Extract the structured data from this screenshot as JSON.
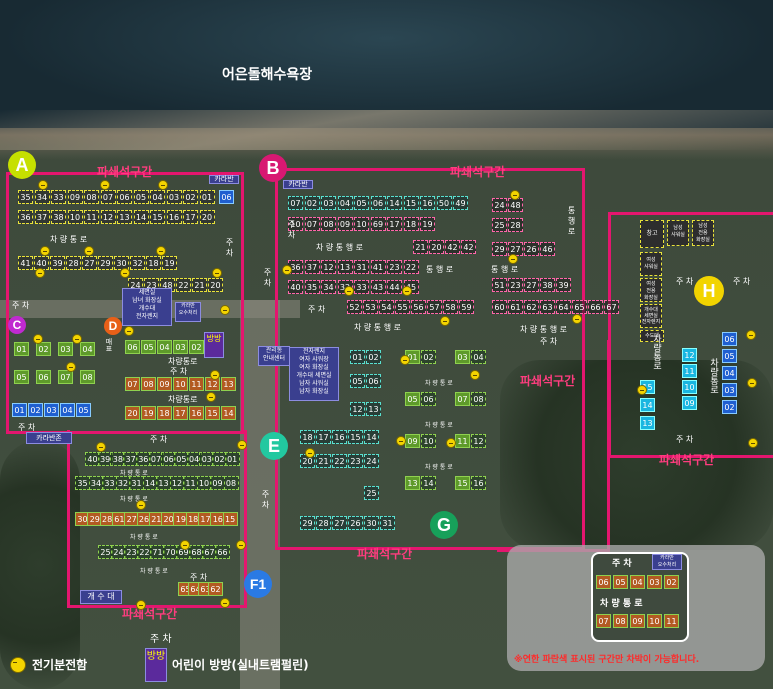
{
  "title": "어은돌해수욕장",
  "section_label": "파쇄석구간",
  "zones": {
    "A": "A",
    "B": "B",
    "C": "C",
    "D": "D",
    "E": "E",
    "F": "F1",
    "G": "G",
    "H": "H"
  },
  "road_labels": {
    "a_road": "차 량 통 로",
    "b_road1": "차 량 통 행 로",
    "b_road2": "차 량 통 로",
    "b_road3": "차 량 통 행 로",
    "b_road4": "통 행 로",
    "b_road5": "통 행 로",
    "h_road": "차량통로",
    "f_road1": "차 량 통 로",
    "f_road2": "차 량 통 로",
    "f_road3": "차 량 통 로",
    "f_road4": "차 량 통 로",
    "g_road1": "차 량 통 로",
    "g_road2": "차 량 통 로",
    "g_road3": "차 량 통 로",
    "d_road1": "차량통로",
    "d_road2": "차량통로",
    "c_road": "차량통로",
    "e_road": "차 량 통 로",
    "sidewalk": "매표",
    "inset_road": "차 량 통 로"
  },
  "parking": "주 차",
  "parking_short": "주 차",
  "karaban": "카라반",
  "karaban_zone": "카라반존",
  "buildings": {
    "a_bldg": "세면실\n남녀 화장실\n개수대\n전자렌지",
    "a_bldg2": "카라반\n오수처리",
    "b_info": "관리동\n안내센터",
    "b_bldg": "전자렌지\n여자 샤워장\n여자 화장실\n개수대 세면실\n남자 샤워실\n남자 화장실",
    "bangbang": "방방",
    "washing": "개 수 대",
    "h_store": "창고",
    "h_shower_m": "남성\n샤워실",
    "h_toilet_m": "남성\n전용\n화장실",
    "h_shower_f": "여성\n샤워실",
    "h_toilet_f": "여성\n전용\n화장실",
    "h_sink": "개수대\n세면실\n전자렌지",
    "h_tap": "수도대",
    "inset_karaban": "카라반\n오수처리"
  },
  "legend": {
    "electric": "전기분전함",
    "bangbang_icon": "방방",
    "bangbang_desc": "어린이 방방(실내트램펄린)"
  },
  "inset_note": "※연한 파란색 표시된 구간만 차박이 가능합니다.",
  "sites": {
    "a_row1": [
      "35",
      "34",
      "33",
      "09",
      "08",
      "07",
      "06",
      "05",
      "04",
      "03",
      "02",
      "01"
    ],
    "a_row2": [
      "36",
      "37",
      "38",
      "10",
      "11",
      "12",
      "13",
      "14",
      "15",
      "16",
      "17",
      "20"
    ],
    "a_row3": [
      "41",
      "40",
      "39",
      "28",
      "27",
      "29",
      "30",
      "32",
      "18",
      "19"
    ],
    "a_row4": [
      "24",
      "23",
      "48",
      "22",
      "21",
      "20"
    ],
    "a_right": "06",
    "b_row1": [
      "07",
      "02",
      "03",
      "04",
      "05",
      "06",
      "14",
      "15",
      "16",
      "50",
      "49"
    ],
    "b_row2": [
      "10",
      "07",
      "08",
      "09",
      "10",
      "69",
      "17",
      "18",
      "19"
    ],
    "b_row3": [
      "21",
      "20",
      "42",
      "42"
    ],
    "b_row4": [
      "36",
      "37",
      "12",
      "13",
      "31",
      "41",
      "23",
      "22"
    ],
    "b_row5": [
      "40",
      "35",
      "34",
      "32",
      "33",
      "43",
      "44",
      "45"
    ],
    "b_row6": [
      "52",
      "53",
      "54",
      "55",
      "56",
      "57",
      "58",
      "59"
    ],
    "b_right1": [
      "24",
      "48",
      "25",
      "28",
      "29",
      "27",
      "26",
      "46"
    ],
    "b_right2": [
      "51",
      "23",
      "27",
      "38",
      "39",
      "60",
      "61",
      "62",
      "63",
      "64",
      "65",
      "66",
      "67"
    ],
    "c_sites": [
      "01",
      "02",
      "03",
      "04",
      "05",
      "06",
      "07",
      "08"
    ],
    "c_blue": [
      "01",
      "02",
      "03",
      "04",
      "05"
    ],
    "d_row1": [
      "06",
      "05",
      "04",
      "03",
      "02"
    ],
    "d_row2": [
      "07",
      "08",
      "09",
      "10",
      "11",
      "12",
      "13"
    ],
    "d_row3": [
      "20",
      "19",
      "18",
      "17",
      "16",
      "15",
      "14"
    ],
    "e_col": [
      "01",
      "02",
      "05",
      "06",
      "12",
      "13",
      "18",
      "17",
      "16",
      "15",
      "14",
      "20",
      "21",
      "22",
      "23",
      "24",
      "25",
      "29",
      "28",
      "27",
      "26",
      "30",
      "31"
    ],
    "g_sites": [
      "01",
      "02",
      "03",
      "04",
      "05",
      "06",
      "07",
      "08",
      "09",
      "10",
      "11",
      "12",
      "13",
      "14",
      "15",
      "16"
    ],
    "f_row1": [
      "40",
      "39",
      "38",
      "37",
      "36",
      "07",
      "06",
      "05",
      "04",
      "03",
      "02",
      "01"
    ],
    "f_row2": [
      "35",
      "34",
      "33",
      "32",
      "31",
      "14",
      "13",
      "12",
      "11",
      "10",
      "09",
      "08"
    ],
    "f_row3": [
      "30",
      "29",
      "28",
      "61",
      "27",
      "26",
      "21",
      "20",
      "19",
      "18",
      "17",
      "16",
      "15"
    ],
    "f_row4": [
      "25",
      "24",
      "23",
      "22",
      "71",
      "70",
      "69",
      "68",
      "67",
      "66"
    ],
    "f_row5": [
      "65",
      "64",
      "63",
      "62"
    ],
    "h_cyan": [
      "12",
      "11",
      "10",
      "09",
      "15",
      "14",
      "13"
    ],
    "h_blue": [
      "06",
      "05",
      "04",
      "03",
      "02"
    ],
    "inset_row1": [
      "06",
      "05",
      "04",
      "03",
      "02"
    ],
    "inset_row2": [
      "07",
      "08",
      "09",
      "10",
      "11"
    ]
  },
  "colors": {
    "zone_border": "#e4166f",
    "section_text": "#ff3d7f",
    "A": "#c6e000",
    "B": "#d81872",
    "C": "#c02ad0",
    "D": "#e86018",
    "E": "#22c8a0",
    "F": "#2a7ae4",
    "G": "#17a05a",
    "H": "#f2d400"
  }
}
